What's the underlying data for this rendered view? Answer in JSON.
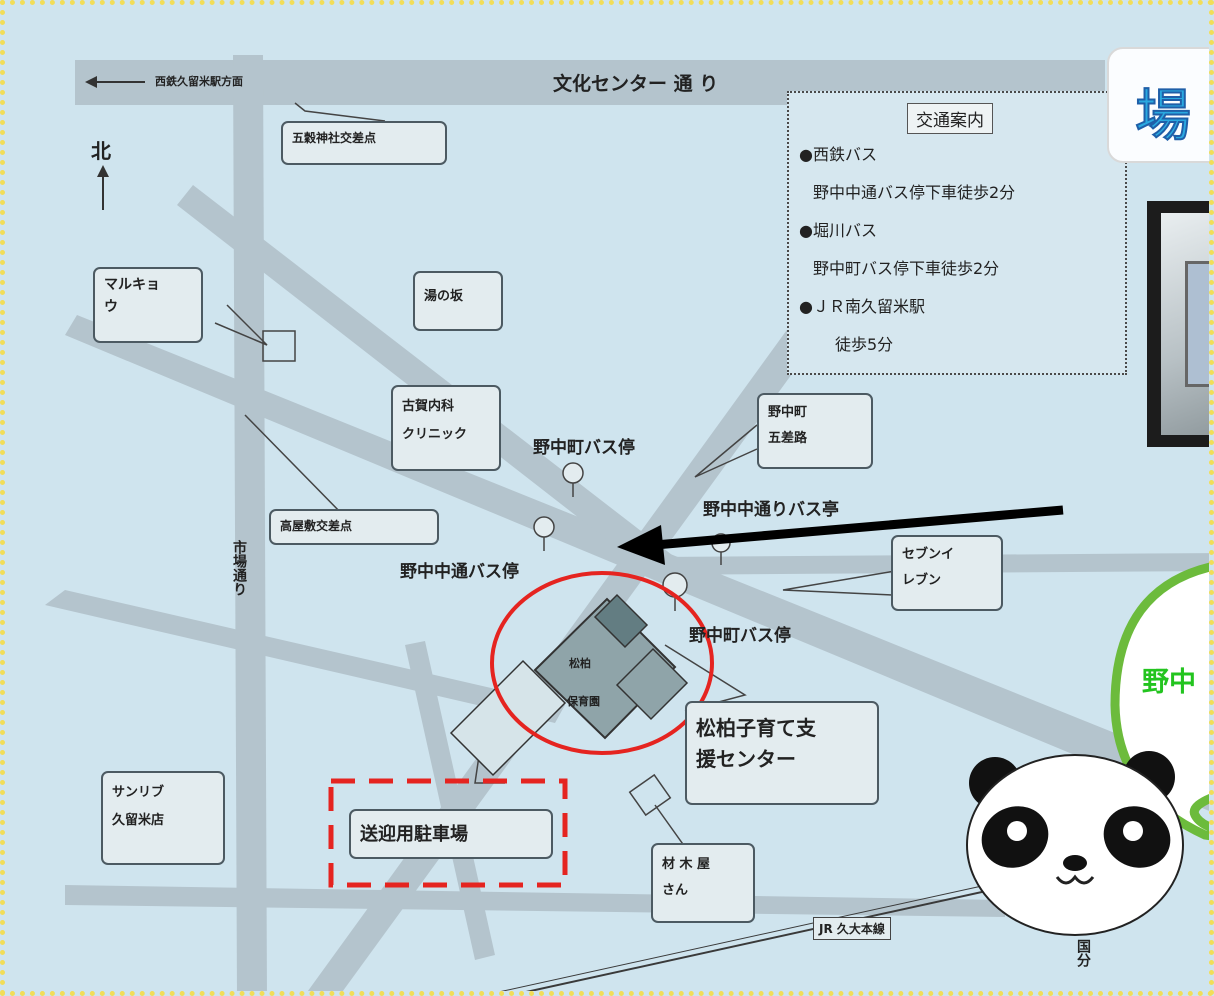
{
  "map": {
    "streets": {
      "bunka_center_dori": "文化センター 通 り",
      "to_nishitetsu_kurume": "西鉄久留米駅方面",
      "north_label": "北",
      "ichiba_dori": "市場通り",
      "jr_kyudai_line": "JR 久大本線",
      "kokubu": "国分"
    },
    "places": {
      "gosha_jinja_intersection": "五穀神社交差点",
      "marukyo_line1": "マルキョ",
      "marukyo_line2": "ウ",
      "yunosaka": "湯の坂",
      "koga_clinic_line1": "古賀内科",
      "koga_clinic_line2": "クリニック",
      "takayashiki_intersection": "高屋敷交差点",
      "nonakamachi_gosaro_line1": "野中町",
      "nonakamachi_gosaro_line2": "五差路",
      "seven_eleven_line1": "セブンイ",
      "seven_eleven_line2": "レブン",
      "sunlive_line1": "サンリブ",
      "sunlive_line2": "久留米店",
      "kosodate_center_line1": "松柏子育て支",
      "kosodate_center_line2": "援センター",
      "parking": "送迎用駐車場",
      "zaimokuya_line1": "材 木 屋",
      "zaimokuya_line2": "さん",
      "hoikuen_line1": "松柏",
      "hoikuen_line2": "保育園"
    },
    "bus_stops": {
      "nonakamachi_stop_north": "野中町バス停",
      "nonaka_dori_stop_west": "野中中通バス停",
      "nonaka_dori_stop_east": "野中中通りバス亭",
      "nonakamachi_stop_south": "野中町バス停"
    }
  },
  "transit_info": {
    "title": "交通案内",
    "lines": [
      "●西鉄バス",
      "野中中通バス停下車徒歩2分",
      "●堀川バス",
      "野中町バス停下車徒歩2分",
      "●ＪＲ南久留米駅",
      "徒歩5分"
    ]
  },
  "side_panel": {
    "title_partial": "場",
    "green_label_partial": "野中"
  },
  "colors": {
    "map_background": "#cfe4ee",
    "road": "#b4c4cd",
    "highlight_red": "#e52420",
    "title_blue": "#2aa9e0",
    "label_green": "#23c41f",
    "border_yellow": "#f2dd58"
  }
}
